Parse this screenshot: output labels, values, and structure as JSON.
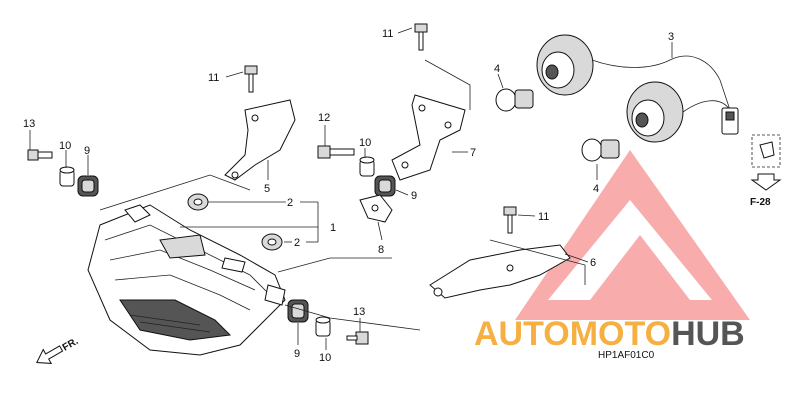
{
  "callouts": [
    {
      "id": "c11a",
      "text": "11"
    },
    {
      "id": "c11b",
      "text": "11"
    },
    {
      "id": "c11c",
      "text": "11"
    },
    {
      "id": "c3",
      "text": "3"
    },
    {
      "id": "c4a",
      "text": "4"
    },
    {
      "id": "c4b",
      "text": "4"
    },
    {
      "id": "c13a",
      "text": "13"
    },
    {
      "id": "c13b",
      "text": "13"
    },
    {
      "id": "c10a",
      "text": "10"
    },
    {
      "id": "c10b",
      "text": "10"
    },
    {
      "id": "c10c",
      "text": "10"
    },
    {
      "id": "c9a",
      "text": "9"
    },
    {
      "id": "c9b",
      "text": "9"
    },
    {
      "id": "c9c",
      "text": "9"
    },
    {
      "id": "c12",
      "text": "12"
    },
    {
      "id": "c7",
      "text": "7"
    },
    {
      "id": "c5",
      "text": "5"
    },
    {
      "id": "c2a",
      "text": "2"
    },
    {
      "id": "c2b",
      "text": "2"
    },
    {
      "id": "c1",
      "text": "1"
    },
    {
      "id": "c8",
      "text": "8"
    },
    {
      "id": "c6",
      "text": "6"
    }
  ],
  "fr_label": "FR.",
  "ref_label": "F-28",
  "diagram_code": "HP1AF01C0",
  "watermark": {
    "part1": "AUTOMOTO",
    "part2": "HUB",
    "color1": "#f5b041",
    "color2": "#555555",
    "triangle_color": "#f04646"
  }
}
